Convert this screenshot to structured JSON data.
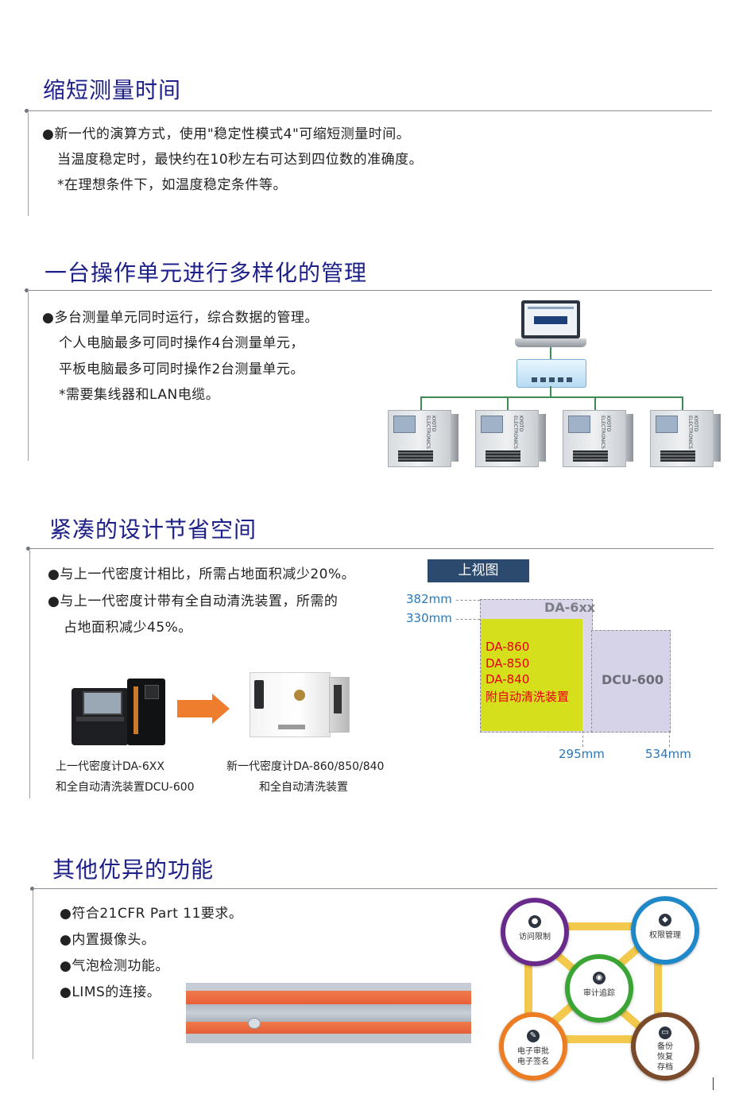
{
  "sections": [
    {
      "title": "缩短测量时间",
      "lines": [
        "●新一代的演算方式，使用\"稳定性模式4\"可缩短测量时间。",
        "当温度稳定时，最快约在10秒左右可达到四位数的准确度。",
        "*在理想条件下，如温度稳定条件等。"
      ]
    },
    {
      "title": "一台操作单元进行多样化的管理",
      "lines": [
        "●多台测量单元同时运行，综合数据的管理。",
        "个人电脑最多可同时操作4台测量单元，",
        "平板电脑最多可同时操作2台测量单元。",
        "*需要集线器和LAN电缆。"
      ]
    },
    {
      "title": "紧凑的设计节省空间",
      "lines": [
        "●与上一代密度计相比，所需占地面积减少20%。",
        "●与上一代密度计带有全自动清洗装置，所需的",
        "占地面积减少45%。"
      ]
    },
    {
      "title": "其他优异的功能",
      "lines": [
        "●符合21CFR Part 11要求。",
        "●内置摄像头。",
        "●气泡检测功能。",
        "●LIMS的连接。"
      ]
    }
  ],
  "top_view": {
    "label": "上视图",
    "dim_382": "382mm",
    "dim_330": "330mm",
    "dim_295": "295mm",
    "dim_534": "534mm",
    "da6xx": "DA-6xx",
    "new_models": [
      "DA-860",
      "DA-850",
      "DA-840",
      "附自动清洗装置"
    ],
    "dcu": "DCU-600"
  },
  "products": {
    "old_caption": [
      "上一代密度计DA-6XX",
      "和全自动清洗装置DCU-600"
    ],
    "new_caption": [
      "新一代密度计DA-860/850/840",
      "和全自动清洗装置"
    ]
  },
  "unit_brand": "KYOTO ELECTRONICS",
  "features": {
    "access": "访问限制",
    "permission": "权限管理",
    "audit": "审计追踪",
    "esign": [
      "电子审批",
      "电子签名"
    ],
    "backup": [
      "备份",
      "恢复",
      "存档"
    ]
  },
  "colors": {
    "title": "#1d2088",
    "purple": "#6a2a8c",
    "blue": "#1e88c8",
    "green": "#3aa535",
    "orange": "#ec7d23",
    "brown": "#7a4a2a",
    "connector": "#f2c94c"
  }
}
